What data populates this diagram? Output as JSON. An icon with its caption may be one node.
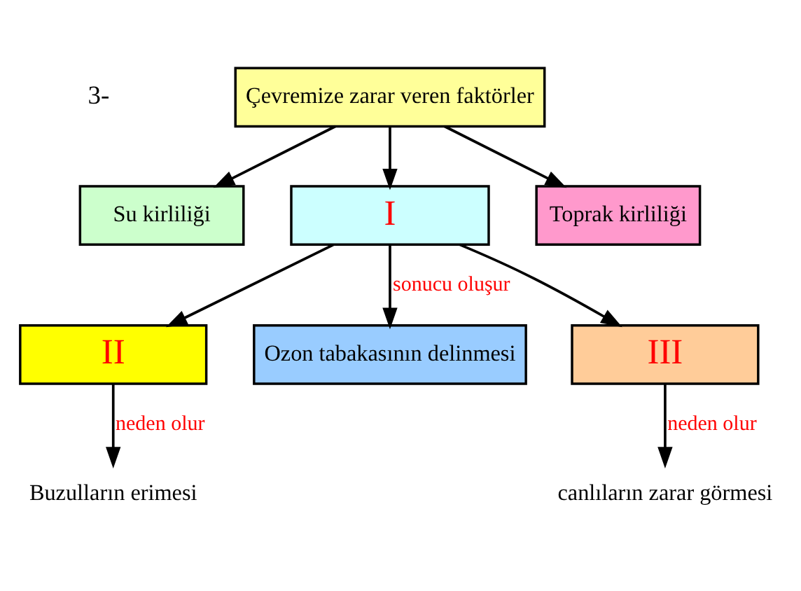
{
  "diagram": {
    "nodes": [
      {
        "text": [
          "Çevremize zarar veren faktörler"
        ]
      },
      {
        "text": [
          "Su kirliliği"
        ]
      },
      {
        "text": [
          "I"
        ]
      },
      {
        "text": [
          "Toprak kirliliği"
        ]
      },
      {
        "text": [
          "II"
        ]
      },
      {
        "text": [
          "Ozon tabakasının delinmesi"
        ]
      },
      {
        "text": [
          "III"
        ]
      },
      {
        "text": [
          "Buzulların erimesi"
        ]
      },
      {
        "text": [
          "canlıların zarar görmesi"
        ]
      }
    ],
    "edges": [
      {
        "from": 0,
        "to": 1,
        "arrow": "to"
      },
      {
        "from": 0,
        "to": 2,
        "arrow": "to"
      },
      {
        "from": 0,
        "to": 3,
        "arrow": "to"
      },
      {
        "from": 2,
        "to": 4,
        "arrow": "to"
      },
      {
        "from": 2,
        "to": 5,
        "arrow": "to",
        "label": "sonucu oluşur"
      },
      {
        "from": 2,
        "to": 6,
        "arrow": "to"
      },
      {
        "from": 4,
        "to": 7,
        "arrow": "to",
        "label": "neden olur"
      },
      {
        "from": 6,
        "to": 8,
        "arrow": "to",
        "label": "neden olur"
      }
    ],
    "labels": [
      "3-"
    ]
  }
}
